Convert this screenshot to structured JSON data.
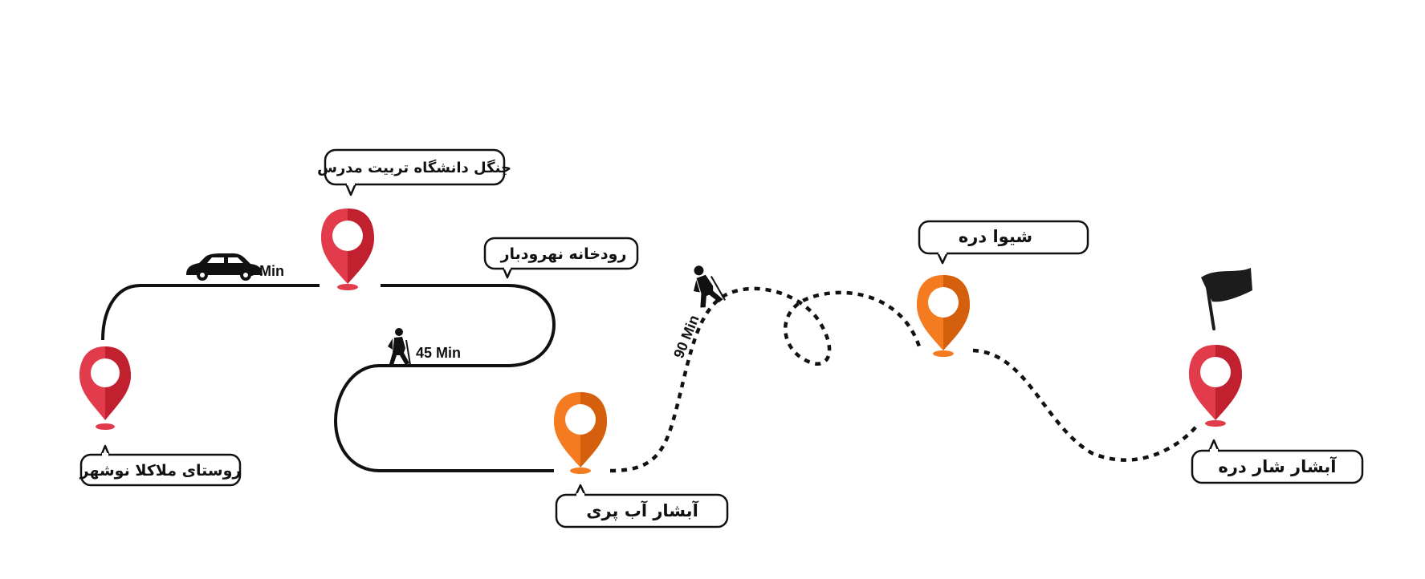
{
  "colors": {
    "background": "#ffffff",
    "route": "#111111",
    "pin_red": "#e23b4c",
    "pin_red_dark": "#c1202f",
    "pin_orange": "#f47b20",
    "pin_orange_dark": "#d45f0c",
    "flag": "#1c1c1c"
  },
  "stops": [
    {
      "id": "start-village",
      "label": "روستای ملاکلا نوشهر",
      "pin_color": "red"
    },
    {
      "id": "tmu-forest",
      "label": "جنگل دانشگاه تربیت مدرس",
      "pin_color": "red"
    },
    {
      "id": "nahrudbar-river",
      "label": "رودخانه نهرودبار",
      "pin_color": "none"
    },
    {
      "id": "ab-pari-waterfall",
      "label": "آبشار آب پری",
      "pin_color": "orange"
    },
    {
      "id": "shiva-valley",
      "label": "شیوا دره",
      "pin_color": "orange"
    },
    {
      "id": "shar-dareh-waterfall",
      "label": "آبشار شار دره",
      "pin_color": "red"
    }
  ],
  "legs": [
    {
      "mode_icon": "car-icon",
      "duration": "5 Min",
      "line_style": "solid"
    },
    {
      "mode_icon": "hiker-icon",
      "duration": "45 Min",
      "line_style": "solid"
    },
    {
      "mode_icon": "hiker-icon",
      "duration": "90 Min",
      "line_style": "dashed"
    }
  ],
  "finish_icon": "flag-icon"
}
